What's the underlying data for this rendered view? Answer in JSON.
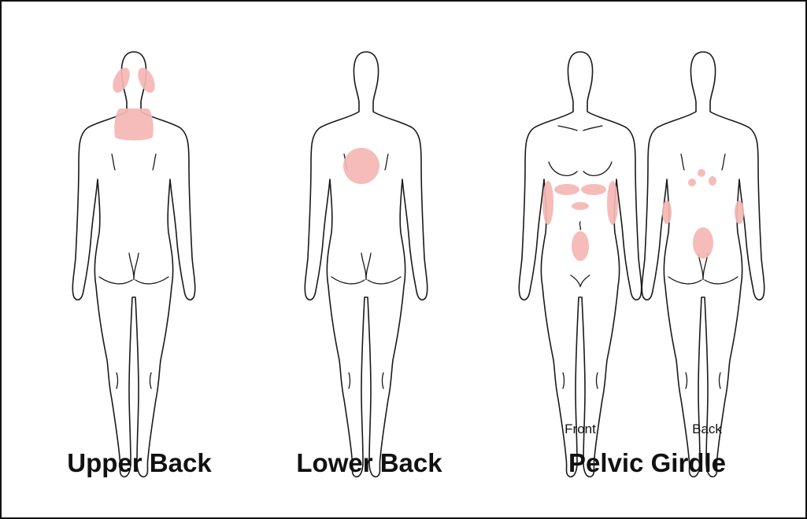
{
  "colors": {
    "highlight": "#f4b6b3",
    "outline": "#1a1a1a",
    "background": "#ffffff"
  },
  "panels": [
    {
      "caption": "Upper Back",
      "views": [
        {
          "side": "back",
          "regions": [
            "left-trapezius",
            "right-trapezius",
            "mid-back"
          ]
        }
      ]
    },
    {
      "caption": "Lower Back",
      "views": [
        {
          "side": "back",
          "regions": [
            "lumbar"
          ]
        }
      ]
    },
    {
      "caption": "Pelvic Girdle",
      "views": [
        {
          "side": "front",
          "label": "Front",
          "regions": [
            "left-groin",
            "right-groin",
            "pubic",
            "left-hip",
            "right-hip",
            "inner-thigh"
          ]
        },
        {
          "side": "back",
          "label": "Back",
          "regions": [
            "sacral-top",
            "sacral-left",
            "sacral-right",
            "left-hip",
            "right-hip",
            "buttock-thigh"
          ]
        }
      ]
    }
  ]
}
